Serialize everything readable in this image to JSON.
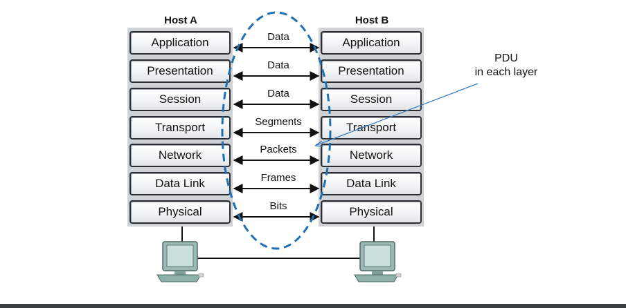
{
  "hosts": [
    {
      "title": "Host A"
    },
    {
      "title": "Host B"
    }
  ],
  "layers": [
    {
      "name": "Application",
      "pdu": "Data"
    },
    {
      "name": "Presentation",
      "pdu": "Data"
    },
    {
      "name": "Session",
      "pdu": "Data"
    },
    {
      "name": "Transport",
      "pdu": "Segments"
    },
    {
      "name": "Network",
      "pdu": "Packets"
    },
    {
      "name": "Data Link",
      "pdu": "Frames"
    },
    {
      "name": "Physical",
      "pdu": "Bits"
    }
  ],
  "callout": {
    "line1": "PDU",
    "line2": "in each layer"
  },
  "colors": {
    "ellipse": "#1f6fb5",
    "callout_line": "#3a7cc2",
    "computer": "#7f9f98"
  },
  "icons": {
    "computer": "desktop-computer-icon"
  }
}
